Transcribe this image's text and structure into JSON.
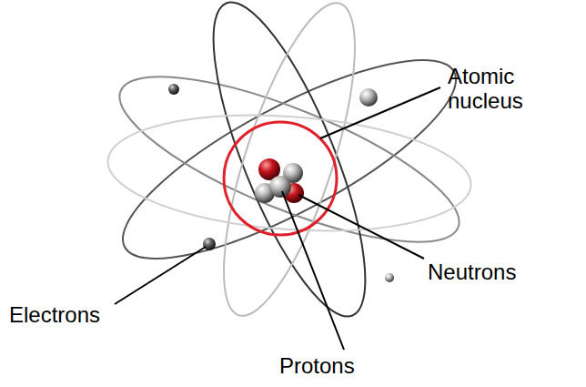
{
  "diagram": {
    "labels": [
      "Atomic nucleus",
      "Neutrons",
      "Electrons",
      "Protons"
    ]
  }
}
